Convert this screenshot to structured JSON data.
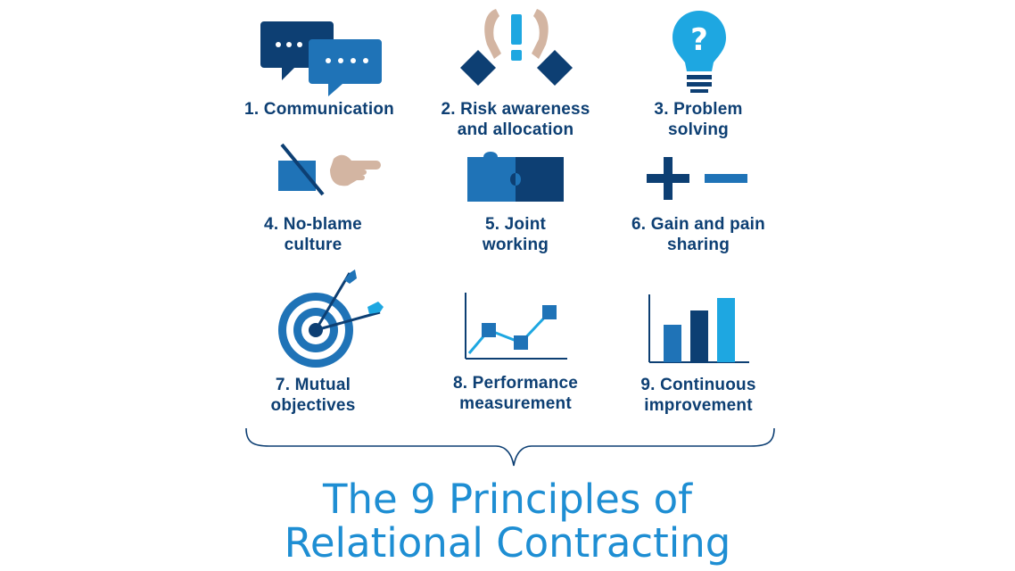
{
  "principles": [
    {
      "line1": "1. Communication",
      "line2": "",
      "icon": "speech-bubbles-icon"
    },
    {
      "line1": "2. Risk awareness",
      "line2": "and allocation",
      "icon": "hands-exclamation-icon"
    },
    {
      "line1": "3. Problem",
      "line2": "solving",
      "icon": "lightbulb-question-icon"
    },
    {
      "line1": "4. No-blame",
      "line2": "culture",
      "icon": "pointing-hand-crossed-icon"
    },
    {
      "line1": "5. Joint",
      "line2": "working",
      "icon": "puzzle-pieces-icon"
    },
    {
      "line1": "6. Gain and pain",
      "line2": "sharing",
      "icon": "plus-minus-icon"
    },
    {
      "line1": "7. Mutual",
      "line2": "objectives",
      "icon": "target-darts-icon"
    },
    {
      "line1": "8. Performance",
      "line2": "measurement",
      "icon": "line-graph-icon"
    },
    {
      "line1": "9. Continuous",
      "line2": "improvement",
      "icon": "bar-chart-icon"
    }
  ],
  "title": {
    "line1": "The 9 Principles of",
    "line2": "Relational Contracting"
  },
  "colors": {
    "dark_blue": "#0d3f73",
    "mid_blue": "#1f73b7",
    "light_blue": "#1ea7e1",
    "skin": "#d3b5a2",
    "title_blue": "#1e8ed3"
  }
}
